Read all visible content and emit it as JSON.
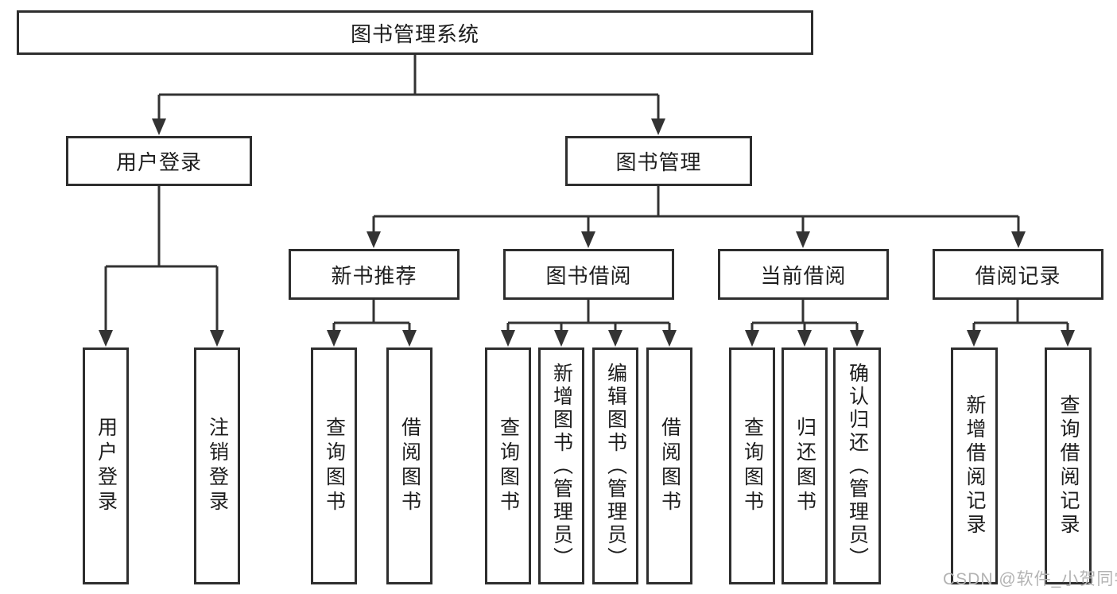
{
  "diagram": {
    "type": "hierarchy",
    "colors": {
      "line": "#333333",
      "border": "#2e2e2e",
      "text": "#1d1d1d",
      "background": "#ffffff",
      "watermark": "#b3b3b3"
    },
    "nodes": {
      "root": "图书管理系统",
      "user_login": "用户登录",
      "book_mgmt": "图书管理",
      "new_book_rec": "新书推荐",
      "book_borrow": "图书借阅",
      "current_borrow": "当前借阅",
      "borrow_records": "借阅记录",
      "ul_user_login": "用户登录",
      "ul_logout": "注销登录",
      "nbr_query_books": "查询图书",
      "nbr_borrow_books": "借阅图书",
      "bb_query_books": "查询图书",
      "bb_add_books": "新增图书（管理员）",
      "bb_edit_books": "编辑图书（管理员）",
      "bb_borrow_books": "借阅图书",
      "cb_query_books": "查询图书",
      "cb_return_books": "归还图书",
      "cb_confirm_return": "确认归还（管理员）",
      "br_add_record": "新增借阅记录",
      "br_query_record": "查询借阅记录"
    },
    "hierarchy": {
      "图书管理系统": {
        "用户登录": [
          "用户登录",
          "注销登录"
        ],
        "图书管理": {
          "新书推荐": [
            "查询图书",
            "借阅图书"
          ],
          "图书借阅": [
            "查询图书",
            "新增图书（管理员）",
            "编辑图书（管理员）",
            "借阅图书"
          ],
          "当前借阅": [
            "查询图书",
            "归还图书",
            "确认归还（管理员）"
          ],
          "借阅记录": [
            "新增借阅记录",
            "查询借阅记录"
          ]
        }
      }
    }
  },
  "watermark": {
    "text": "CSDN @软件_小贺同学"
  }
}
